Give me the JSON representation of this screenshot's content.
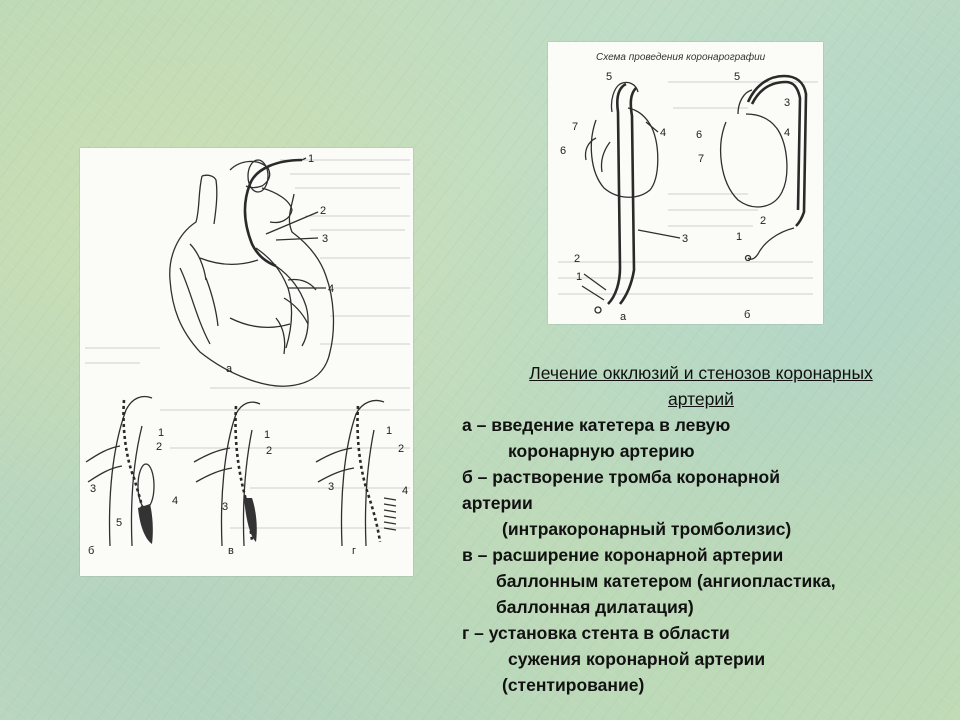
{
  "figure_left": {
    "labels": {
      "a": "а",
      "b": "б",
      "v": "в",
      "g": "г",
      "n1": "1",
      "n2": "2",
      "n3": "3",
      "n4": "4",
      "n5": "5"
    }
  },
  "figure_right": {
    "title": "Схема проведения коронарографии",
    "labels": {
      "a": "а",
      "b": "б",
      "n1": "1",
      "n2": "2",
      "n3": "3",
      "n4": "4",
      "n5": "5",
      "n6": "6",
      "n7": "7"
    }
  },
  "caption": {
    "title_line1": "Лечение окклюзий и стенозов коронарных",
    "title_line2": "артерий",
    "lines": [
      "а – введение катетера в левую",
      "коронарную артерию",
      "б – растворение тромба коронарной",
      "артерии",
      "(интракоронарный тромболизис)",
      "в – расширение коронарной артерии",
      "баллонным катетером  (ангиопластика,",
      "баллонная дилатация)",
      "г – установка стента в области",
      "сужения коронарной артерии",
      "(стентирование)"
    ]
  }
}
